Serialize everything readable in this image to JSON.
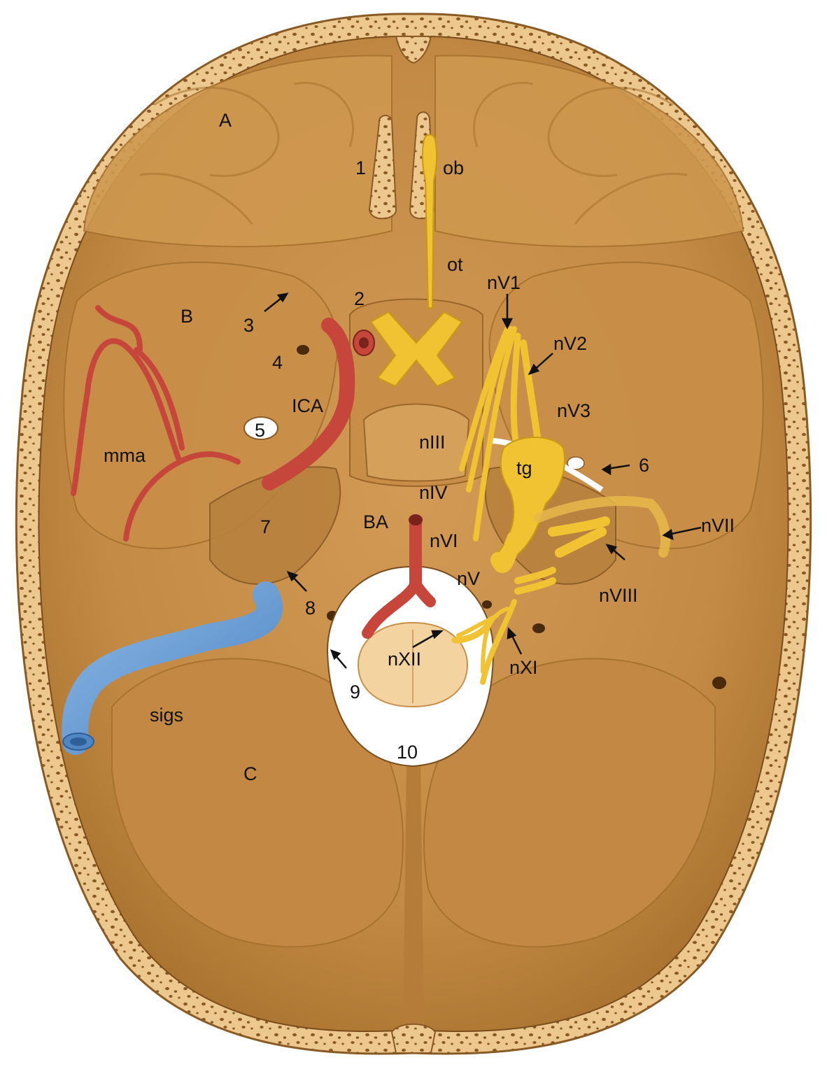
{
  "figure": {
    "labels": {
      "A": "A",
      "B": "B",
      "C": "C",
      "n1": "1",
      "n2": "2",
      "n3": "3",
      "n4": "4",
      "n5": "5",
      "n6": "6",
      "n7": "7",
      "n8": "8",
      "n9": "9",
      "n10": "10",
      "ob": "ob",
      "ot": "ot",
      "mma": "mma",
      "ica": "ICA",
      "nV1": "nV1",
      "nV2": "nV2",
      "nV3": "nV3",
      "nIII": "nIII",
      "nIV": "nIV",
      "nVI": "nVI",
      "nV": "nV",
      "tg": "tg",
      "nVII": "nVII",
      "nVIII": "nVIII",
      "ba": "BA",
      "nXII": "nXII",
      "nXI": "nXI",
      "sigs": "sigs"
    },
    "colors": {
      "bone_outer": "#e9c58c",
      "fossa_base": "#c8914a",
      "fossa_shadow": "#a7722f",
      "fossa_highlight": "#d9a862",
      "artery": "#c6463b",
      "vein": "#6b9fd6",
      "nerve": "#f1c232",
      "foramen_magnum": "#ffffff",
      "spinal_cord": "#f3d3a0",
      "pore": "#8a5a25",
      "label": "#111111"
    }
  }
}
